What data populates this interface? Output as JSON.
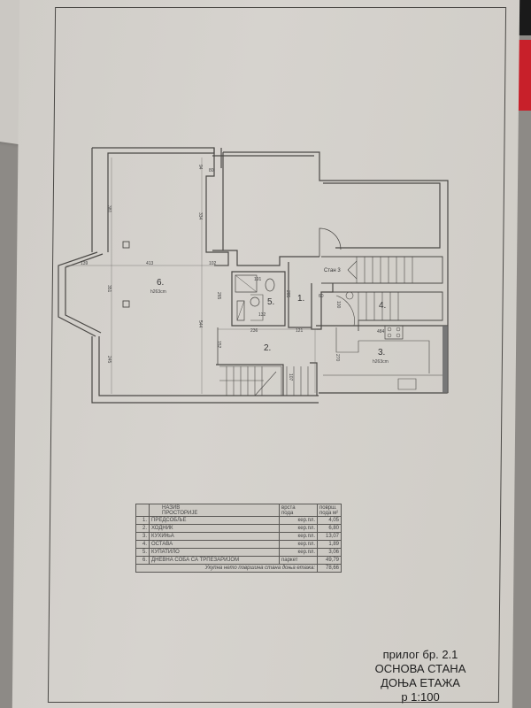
{
  "document": {
    "type": "floor-plan",
    "scale": "р 1:100"
  },
  "plan": {
    "rooms": [
      {
        "num": "1.",
        "label_pos": "hall"
      },
      {
        "num": "2.",
        "label_pos": "corridor"
      },
      {
        "num": "3.",
        "height": "h263cm"
      },
      {
        "num": "4.",
        "label_pos": "storage"
      },
      {
        "num": "5.",
        "label_pos": "bathroom"
      },
      {
        "num": "6.",
        "height": "h263cm"
      }
    ],
    "neighbor_label": "Стан 3",
    "dimensions": {
      "d139": "139",
      "d413": "413",
      "d102": "102",
      "d381": "381",
      "d334": "334",
      "d94": "94",
      "d80": "80",
      "d351": "351",
      "d544": "544",
      "d245": "245",
      "d265": "265",
      "d152": "152",
      "d236": "236",
      "d121": "121",
      "d191": "191",
      "d132": "132",
      "d285": "285",
      "d60": "60",
      "d100": "100",
      "d270": "270",
      "d107": "107",
      "d484": "484"
    }
  },
  "table": {
    "headers": {
      "name_line1": "НАЗИВ",
      "name_line2": "ПРОСТОРИЈЕ",
      "floor_line1": "врста",
      "floor_line2": "пода",
      "area_line1": "површ.",
      "area_line2": "пода м²"
    },
    "rows": [
      {
        "num": "1.",
        "name": "ПРЕДСОБЉЕ",
        "floor": "кер.пл.",
        "area": "4,05"
      },
      {
        "num": "2.",
        "name": "ХОДНИК",
        "floor": "кер.пл.",
        "area": "6,80"
      },
      {
        "num": "3.",
        "name": "КУХИЊА",
        "floor": "кер.пл.",
        "area": "13,07"
      },
      {
        "num": "4.",
        "name": "ОСТАВА",
        "floor": "кер.пл.",
        "area": "1,89"
      },
      {
        "num": "5.",
        "name": "КУПАТИЛО",
        "floor": "кер.пл.",
        "area": "3,06"
      },
      {
        "num": "6.",
        "name": "ДНЕВНА СОБА СА ТРПЕЗАРИЈОМ",
        "floor": "паркет",
        "area": "49,79"
      }
    ],
    "total_label": "Укупна нето површина стана доња етажа:",
    "total_value": "78,66"
  },
  "caption": {
    "line1": "прилог бр. 2.1",
    "line2": "ОСНОВА СТАНА",
    "line3": "ДОЊА ЕТАЖА",
    "line4": "р 1:100"
  }
}
